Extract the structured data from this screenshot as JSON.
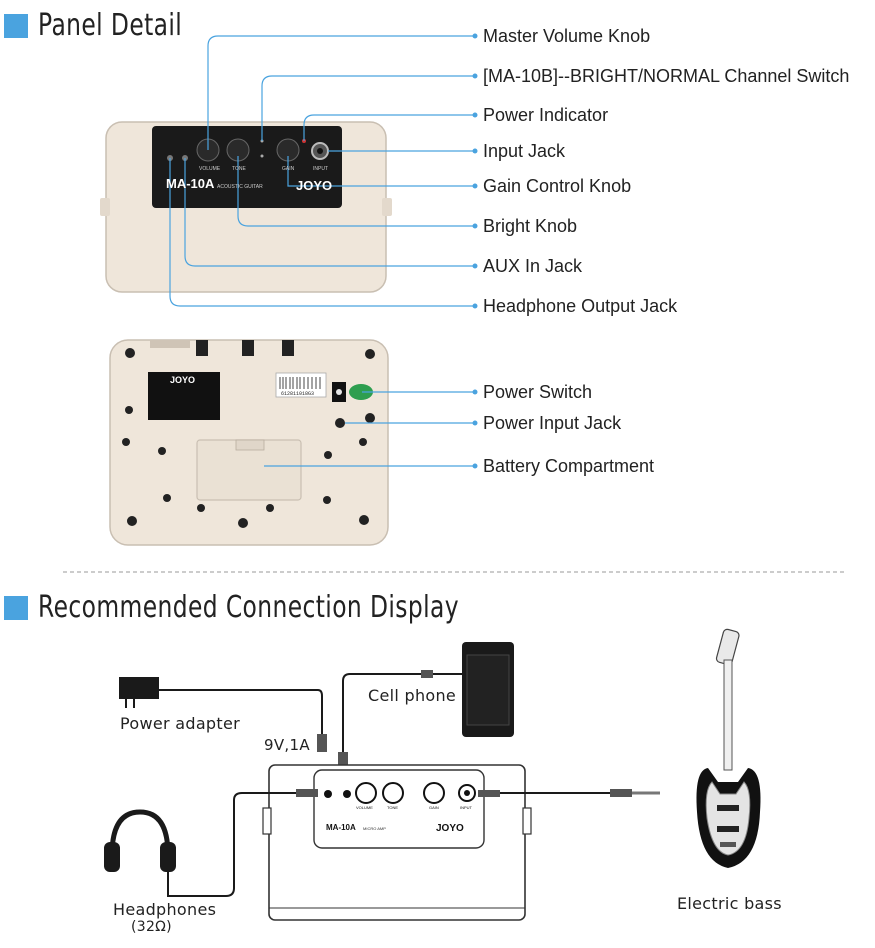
{
  "panel_section": {
    "title": "Panel Detail",
    "callouts": [
      "Master Volume Knob",
      "[MA-10B]--BRIGHT/NORMAL Channel Switch",
      "Power Indicator",
      "Input Jack",
      "Gain Control Knob",
      "Bright Knob",
      "AUX In Jack",
      "Headphone Output Jack",
      "Power Switch",
      "Power Input Jack",
      "Battery Compartment"
    ],
    "amp_model": "MA-10A",
    "amp_sub": "ACOUSTIC GUITAR",
    "brand": "JOYO",
    "knob_labels": [
      "VOLUME",
      "TONE",
      "GAIN",
      "INPUT"
    ],
    "serial": "612811018G3"
  },
  "connection_section": {
    "title": "Recommended Connection Display",
    "power_adapter": "Power adapter",
    "voltage": "9V,1A",
    "cell_phone": "Cell phone",
    "headphones": "Headphones",
    "impedance": "(32Ω)",
    "electric_bass": "Electric bass",
    "amp_model": "MA-10A",
    "amp_sub": "MICRO AMP",
    "brand": "JOYO",
    "knob_labels": [
      "VOLUME",
      "TONE",
      "GAIN",
      "INPUT"
    ]
  },
  "colors": {
    "accent": "#4aa3df",
    "leader": "#4aa3df",
    "amp_body": "#efe6da",
    "panel": "#1a1a1a",
    "indicator": "#2e9e4f"
  }
}
